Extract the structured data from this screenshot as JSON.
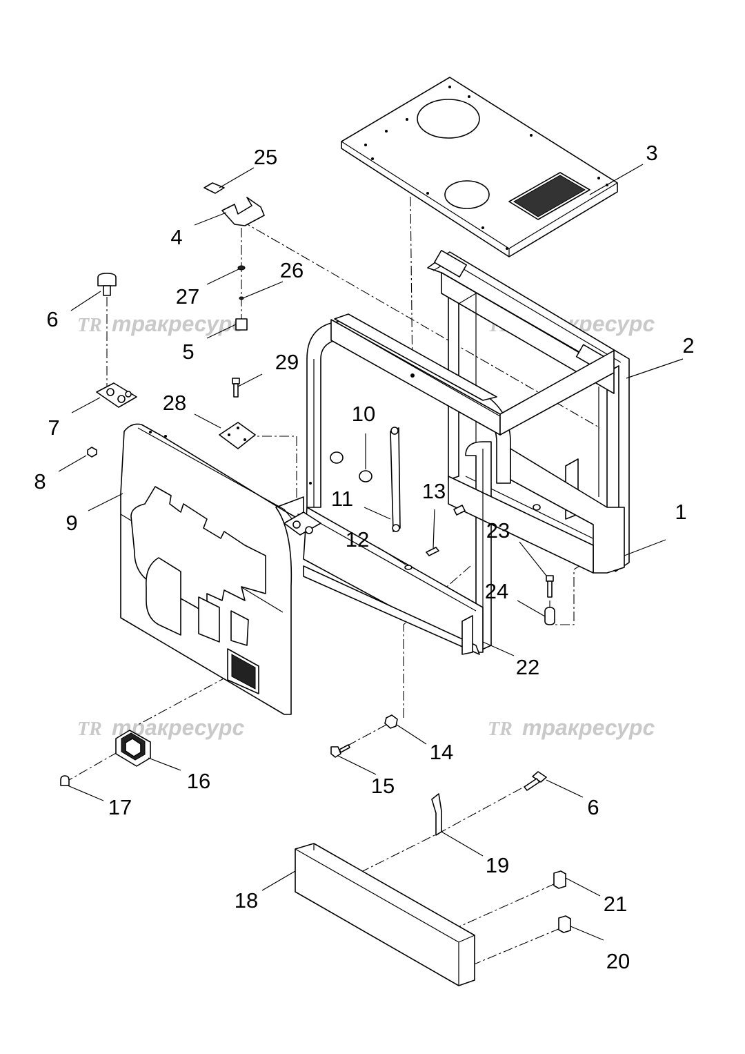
{
  "watermark": {
    "logo": "TR",
    "text": "тракресурс"
  },
  "callouts": [
    {
      "num": "1"
    },
    {
      "num": "2"
    },
    {
      "num": "3"
    },
    {
      "num": "4"
    },
    {
      "num": "5"
    },
    {
      "num": "6"
    },
    {
      "num": "7"
    },
    {
      "num": "8"
    },
    {
      "num": "9"
    },
    {
      "num": "10"
    },
    {
      "num": "11"
    },
    {
      "num": "12"
    },
    {
      "num": "13"
    },
    {
      "num": "14"
    },
    {
      "num": "15"
    },
    {
      "num": "16"
    },
    {
      "num": "17"
    },
    {
      "num": "18"
    },
    {
      "num": "19"
    },
    {
      "num": "20"
    },
    {
      "num": "21"
    },
    {
      "num": "22"
    },
    {
      "num": "23"
    },
    {
      "num": "24"
    },
    {
      "num": "25"
    },
    {
      "num": "26"
    },
    {
      "num": "27"
    },
    {
      "num": "28"
    },
    {
      "num": "29"
    },
    {
      "num": "6"
    }
  ]
}
